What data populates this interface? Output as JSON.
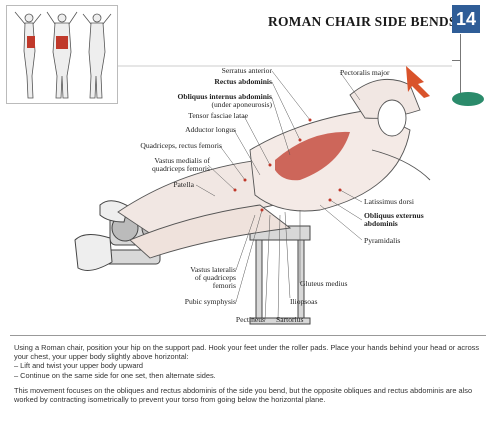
{
  "page": {
    "title": "ROMAN CHAIR SIDE BENDS",
    "badge": "14"
  },
  "labels": {
    "serratus_anterior": "Serratus anterior",
    "rectus_abdominis": "Rectus abdominis",
    "obliquus_internus": "Obliquus internus abdominis",
    "obliquus_internus_sub": "(under aponeurosis)",
    "tensor_fasciae_latae": "Tensor fasciae latae",
    "adductor_longus": "Adductor longus",
    "quadriceps_rectus": "Quadriceps, rectus femoris",
    "vastus_medialis_1": "Vastus medialis of",
    "vastus_medialis_2": "quadriceps femoris",
    "patella": "Patella",
    "pectoralis_major": "Pectoralis major",
    "latissimus_dorsi": "Latissimus dorsi",
    "obliquus_externus_1": "Obliquus externus",
    "obliquus_externus_2": "abdominis",
    "pyramidalis": "Pyramidalis",
    "vastus_lateralis_1": "Vastus lateralis",
    "vastus_lateralis_2": "of quadriceps",
    "vastus_lateralis_3": "femoris",
    "pubic_symphysis": "Pubic symphysis",
    "gluteus_medius": "Gluteus medius",
    "iliopsoas": "Iliopsoas",
    "pectineus": "Pectineus",
    "sartorius": "Sartorius"
  },
  "description": {
    "p1_line1": "Using a Roman chair, position your hip on the support pad. Hook your feet under the roller pads. Place your hands behind your head or across",
    "p1_line2": "your chest, your upper body slightly above horizontal:",
    "p1_line3": "– Lift and twist your upper body upward",
    "p1_line4": "– Continue on the same side for one set, then alternate sides.",
    "p2_line1": "This movement focuses on the obliques and rectus abdominis of the side you bend, but the opposite obliques and rectus abdominis are also",
    "p2_line2": "worked by contracting isometrically to prevent your torso from going below the horizontal plane."
  },
  "colors": {
    "badge_bg": "#2f5d97",
    "oval": "#2b8b6b",
    "arrow": "#d9532b",
    "muscle_highlight": "#c0392b"
  }
}
